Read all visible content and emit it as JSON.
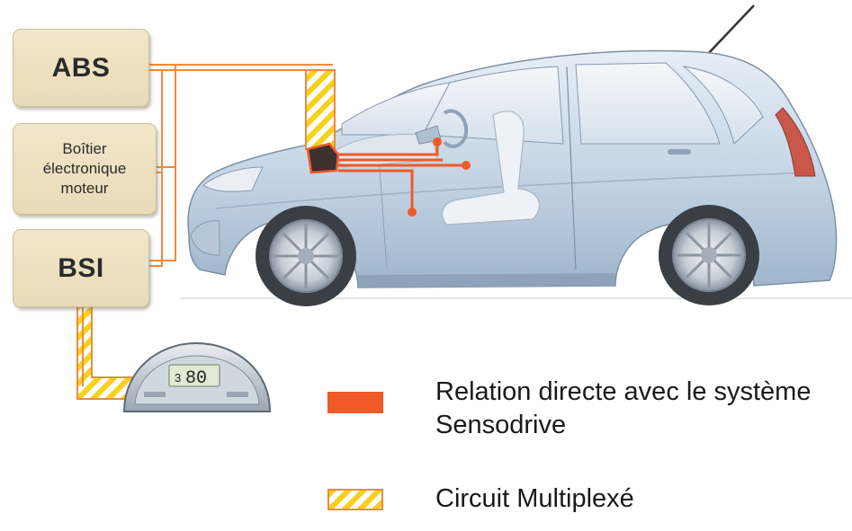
{
  "modules": {
    "abs": "ABS",
    "ecu": "Boîtier\nélectronique\nmoteur",
    "bsi": "BSI"
  },
  "dashboard": {
    "display_digits": "80",
    "gear": "3"
  },
  "legend": {
    "direct": "Relation directe avec le système Sensodrive",
    "multiplex": "Circuit  Multiplexé"
  },
  "colors": {
    "direct_link": "#f05a28",
    "multiplex_stripe": "#f7d21c",
    "multiplex_border": "#f08a3c",
    "module_box": "#efe3c4",
    "car_body": "#c9d8e8"
  }
}
